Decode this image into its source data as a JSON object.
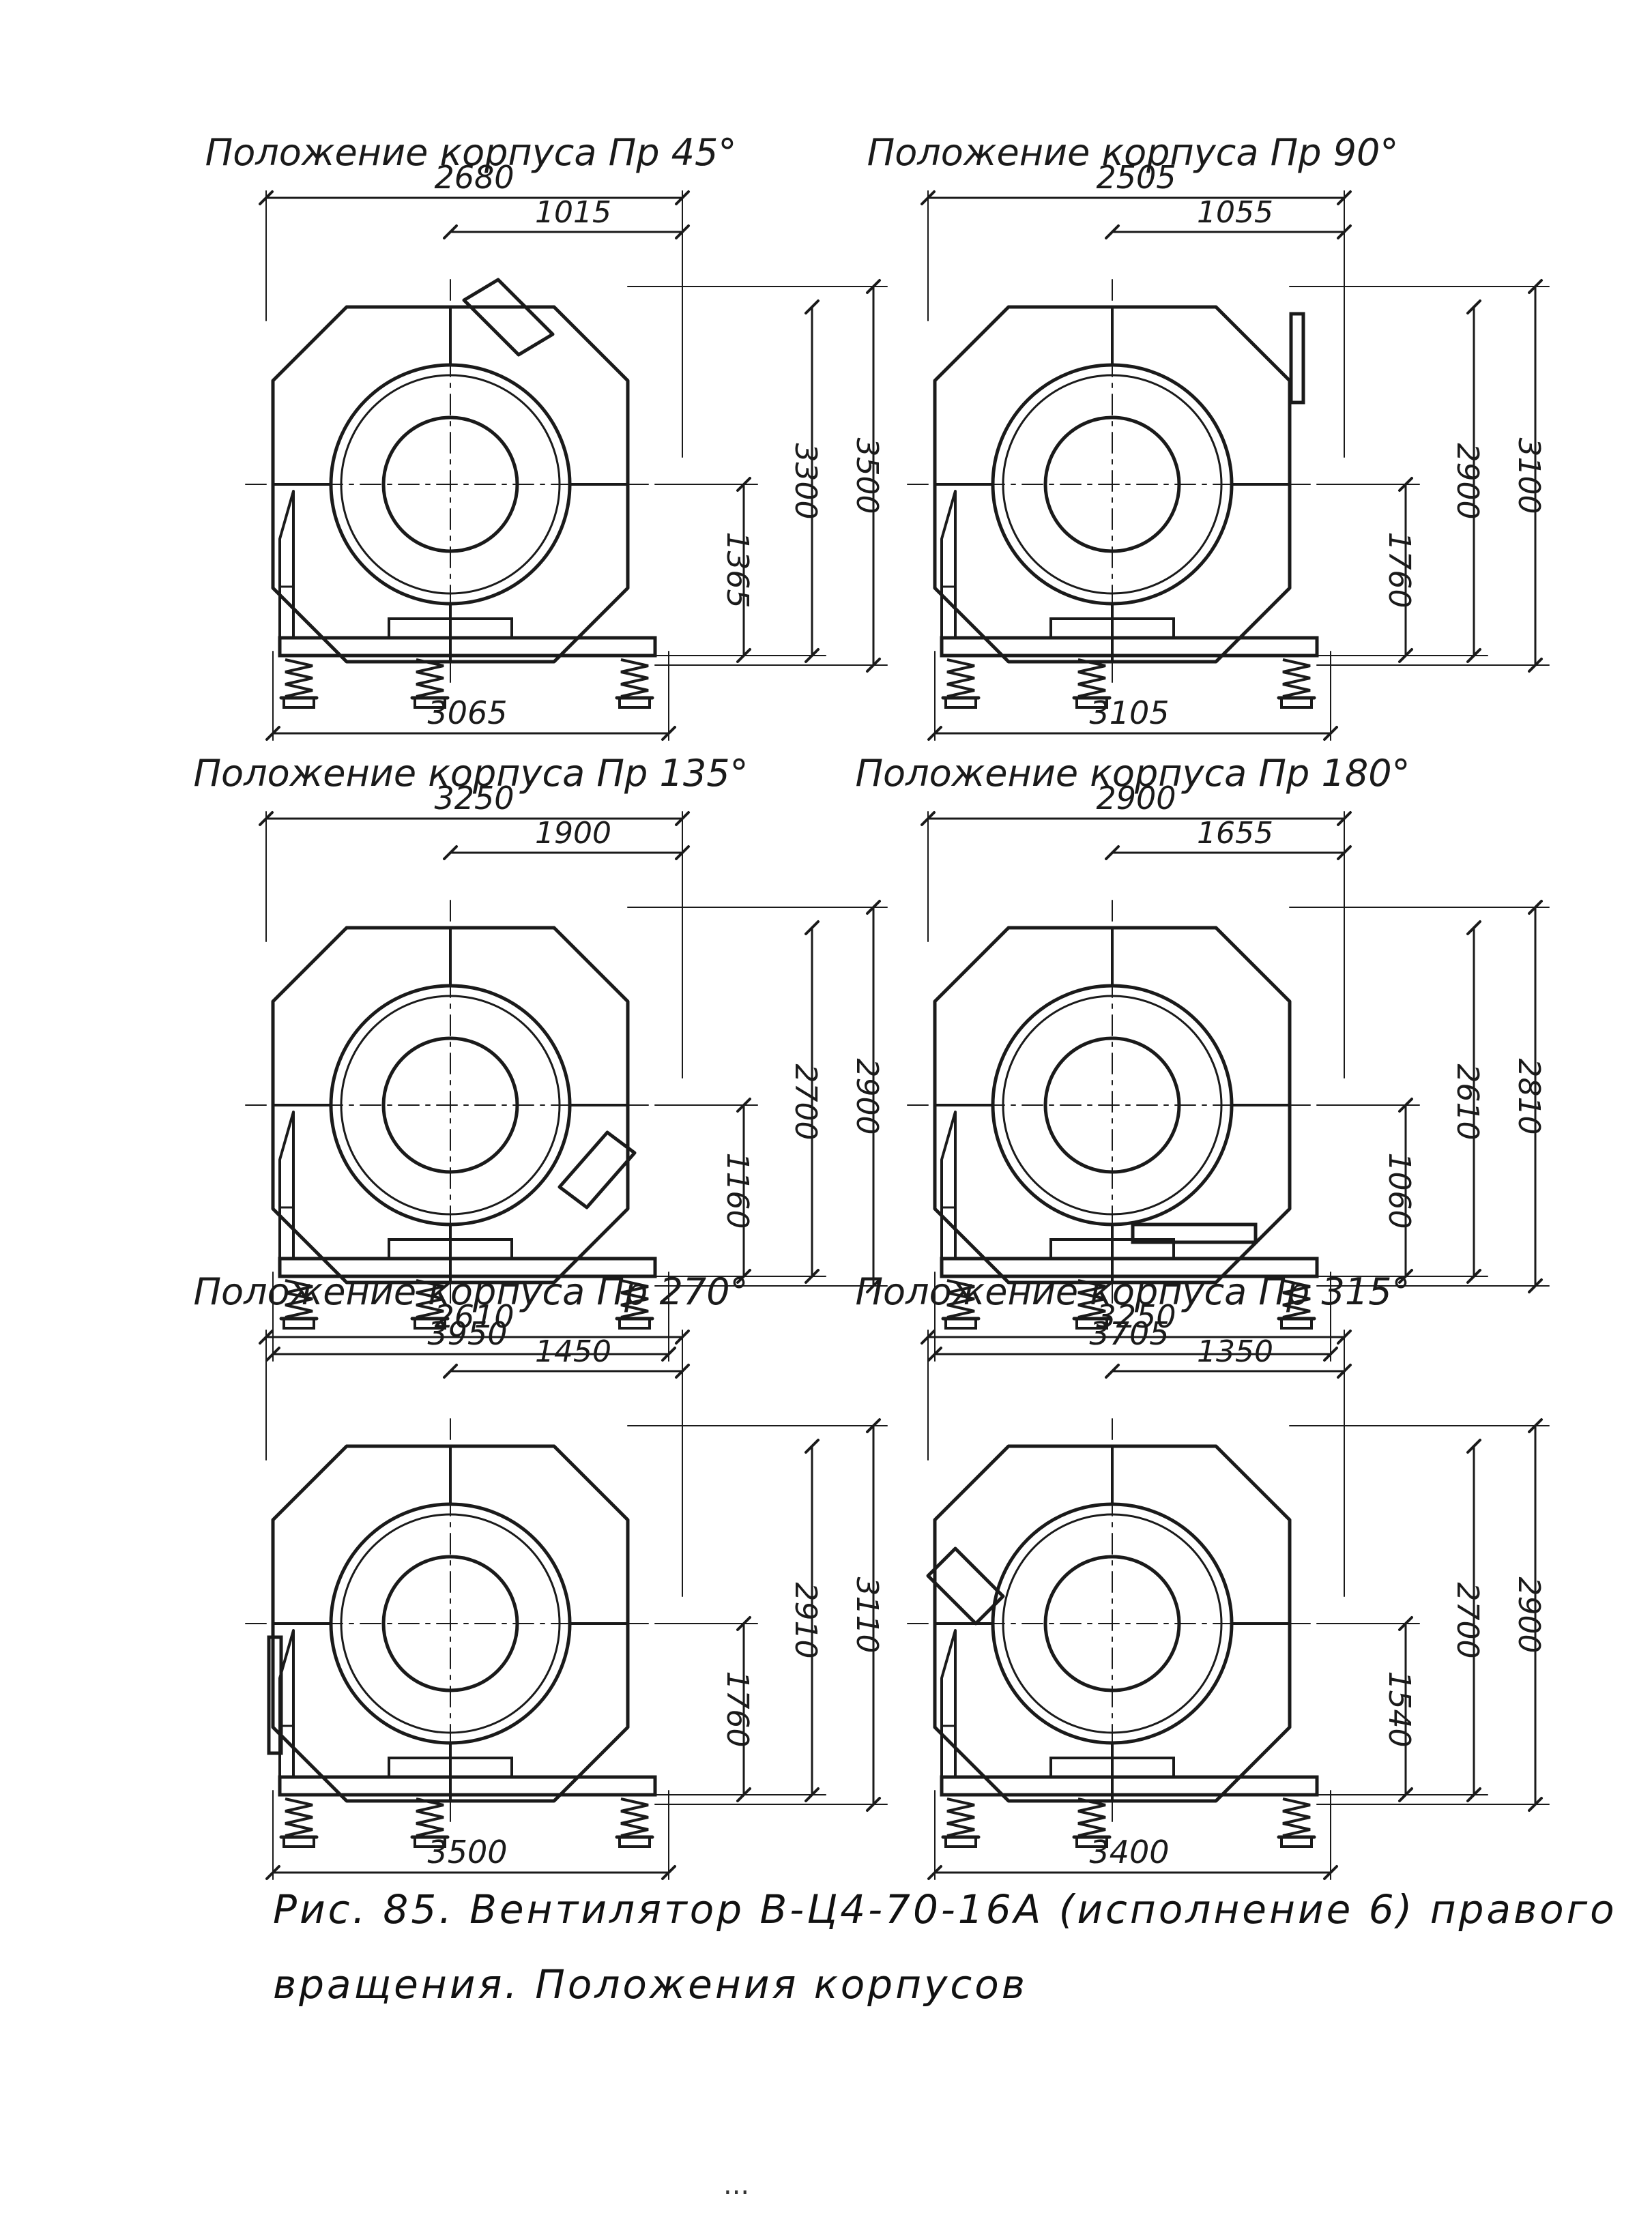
{
  "panels": [
    {
      "id": "pr45",
      "title": "Положение корпуса Пр 45°",
      "width_total": "2680",
      "offset": "1015",
      "height_center": "1365",
      "height_inner": "3300",
      "height_outer": "3500",
      "base_length": "3065",
      "outlet": "diag-right"
    },
    {
      "id": "pr90",
      "title": "Положение корпуса Пр 90°",
      "width_total": "2505",
      "offset": "1055",
      "height_center": "1760",
      "height_inner": "2900",
      "height_outer": "3100",
      "base_length": "3105",
      "outlet": "right-vertical"
    },
    {
      "id": "pr135",
      "title": "Положение корпуса Пр 135°",
      "width_total": "3250",
      "offset": "1900",
      "height_center": "1160",
      "height_inner": "2700",
      "height_outer": "2900",
      "base_length": "3950",
      "outlet": "diag-right-down"
    },
    {
      "id": "pr180",
      "title": "Положение корпуса Пр 180°",
      "width_total": "2900",
      "offset": "1655",
      "height_center": "1060",
      "height_inner": "2610",
      "height_outer": "2810",
      "base_length": "3705",
      "outlet": "bottom"
    },
    {
      "id": "pr270",
      "title": "Положение корпуса Пр 270°",
      "width_total": "2610",
      "offset": "1450",
      "height_center": "1760",
      "height_inner": "2910",
      "height_outer": "3110",
      "base_length": "3500",
      "outlet": "left-vertical"
    },
    {
      "id": "pr315",
      "title": "Положение корпуса Пр 315°",
      "width_total": "3250",
      "offset": "1350",
      "height_center": "1540",
      "height_inner": "2700",
      "height_outer": "2900",
      "base_length": "3400",
      "outlet": "diag-left"
    }
  ],
  "caption": {
    "line1": "Рис. 85. Вентилятор В-Ц4-70-16А (исполнение 6) правого",
    "line2": "вращения. Положения корпусов"
  },
  "page_number": "..."
}
